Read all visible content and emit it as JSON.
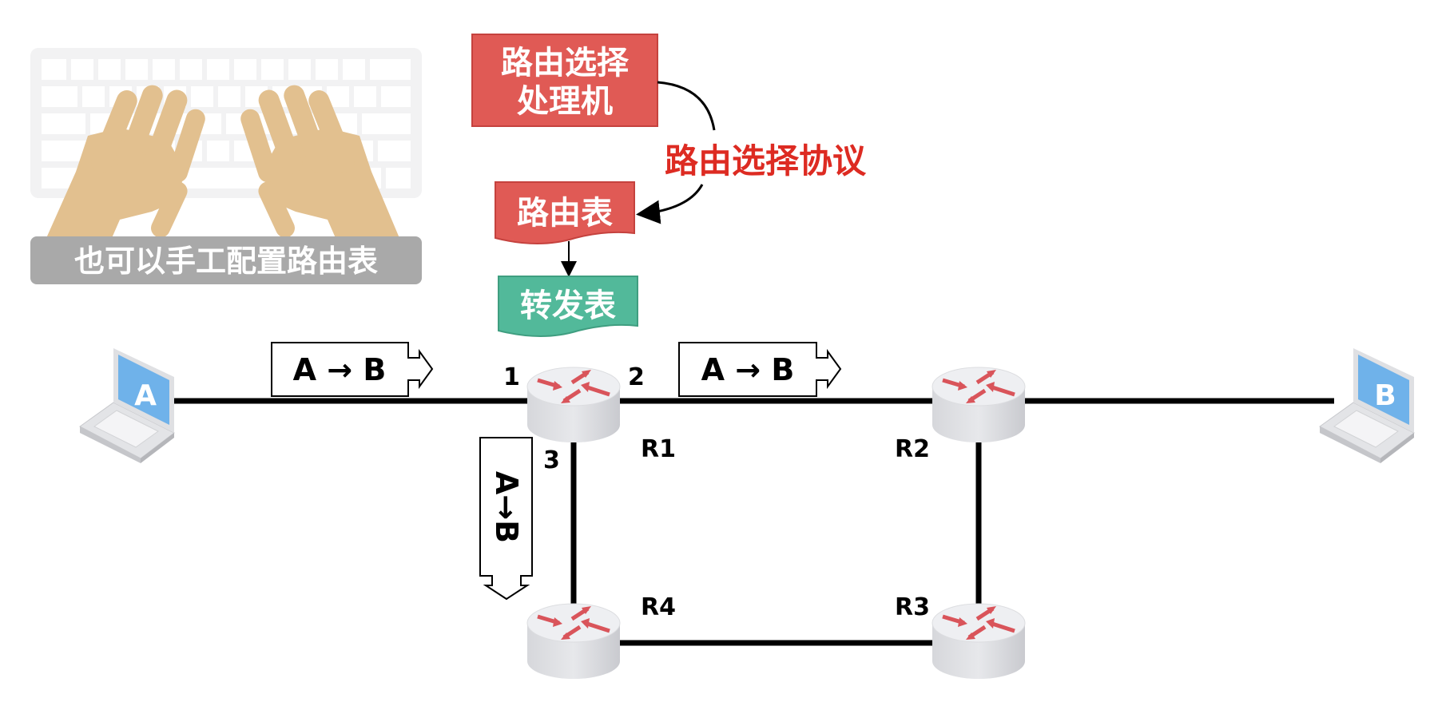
{
  "manual_config": {
    "label": "也可以手工配置路由表"
  },
  "routing_processor": {
    "line1": "路由选择",
    "line2": "处理机"
  },
  "routing_protocol": {
    "label": "路由选择协议"
  },
  "routing_table": {
    "label": "路由表"
  },
  "forwarding_table": {
    "label": "转发表"
  },
  "hosts": {
    "a": "A",
    "b": "B"
  },
  "packets": {
    "p1": "A → B",
    "p2": "A → B",
    "p3": "A→B"
  },
  "ports": {
    "p1": "1",
    "p2": "2",
    "p3": "3"
  },
  "routers": {
    "r1": "R1",
    "r2": "R2",
    "r3": "R3",
    "r4": "R4"
  },
  "colors": {
    "processor": "#e05a55",
    "protocol_text": "#dd2b22",
    "forwarding": "#52b99a",
    "label_bg": "#a9a9a9",
    "hand": "#e2c08f",
    "screen": "#6fb2ea"
  }
}
